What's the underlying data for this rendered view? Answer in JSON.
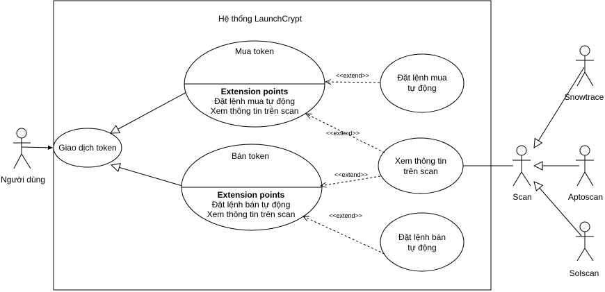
{
  "system": {
    "title": "Hệ thống LaunchCrypt"
  },
  "actors": {
    "user": "Người dùng",
    "scan": "Scan",
    "snowtrace": "Snowtrace",
    "aptoscan": "Aptoscan",
    "solscan": "Solscan"
  },
  "usecases": {
    "trade": "Giao dịch token",
    "buy": {
      "title": "Mua token",
      "ext_header": "Extension points",
      "ext_line1": "Đặt lệnh mua tự động",
      "ext_line2": "Xem thông tin trên scan"
    },
    "sell": {
      "title": "Bán token",
      "ext_header": "Extension points",
      "ext_line1": "Đặt lệnh bán tự động",
      "ext_line2": "Xem thông tin trên scan"
    },
    "auto_buy": {
      "line1": "Đặt lệnh mua",
      "line2": "tự động"
    },
    "view_scan": {
      "line1": "Xem thông tin",
      "line2": "trên scan"
    },
    "auto_sell": {
      "line1": "Đặt lệnh bán",
      "line2": "tự động"
    }
  },
  "relations": {
    "extend1": "<<extend>>",
    "extend2": "<<extend>>",
    "extend3": "<<extend>>",
    "extend4": "<<extend>>"
  }
}
